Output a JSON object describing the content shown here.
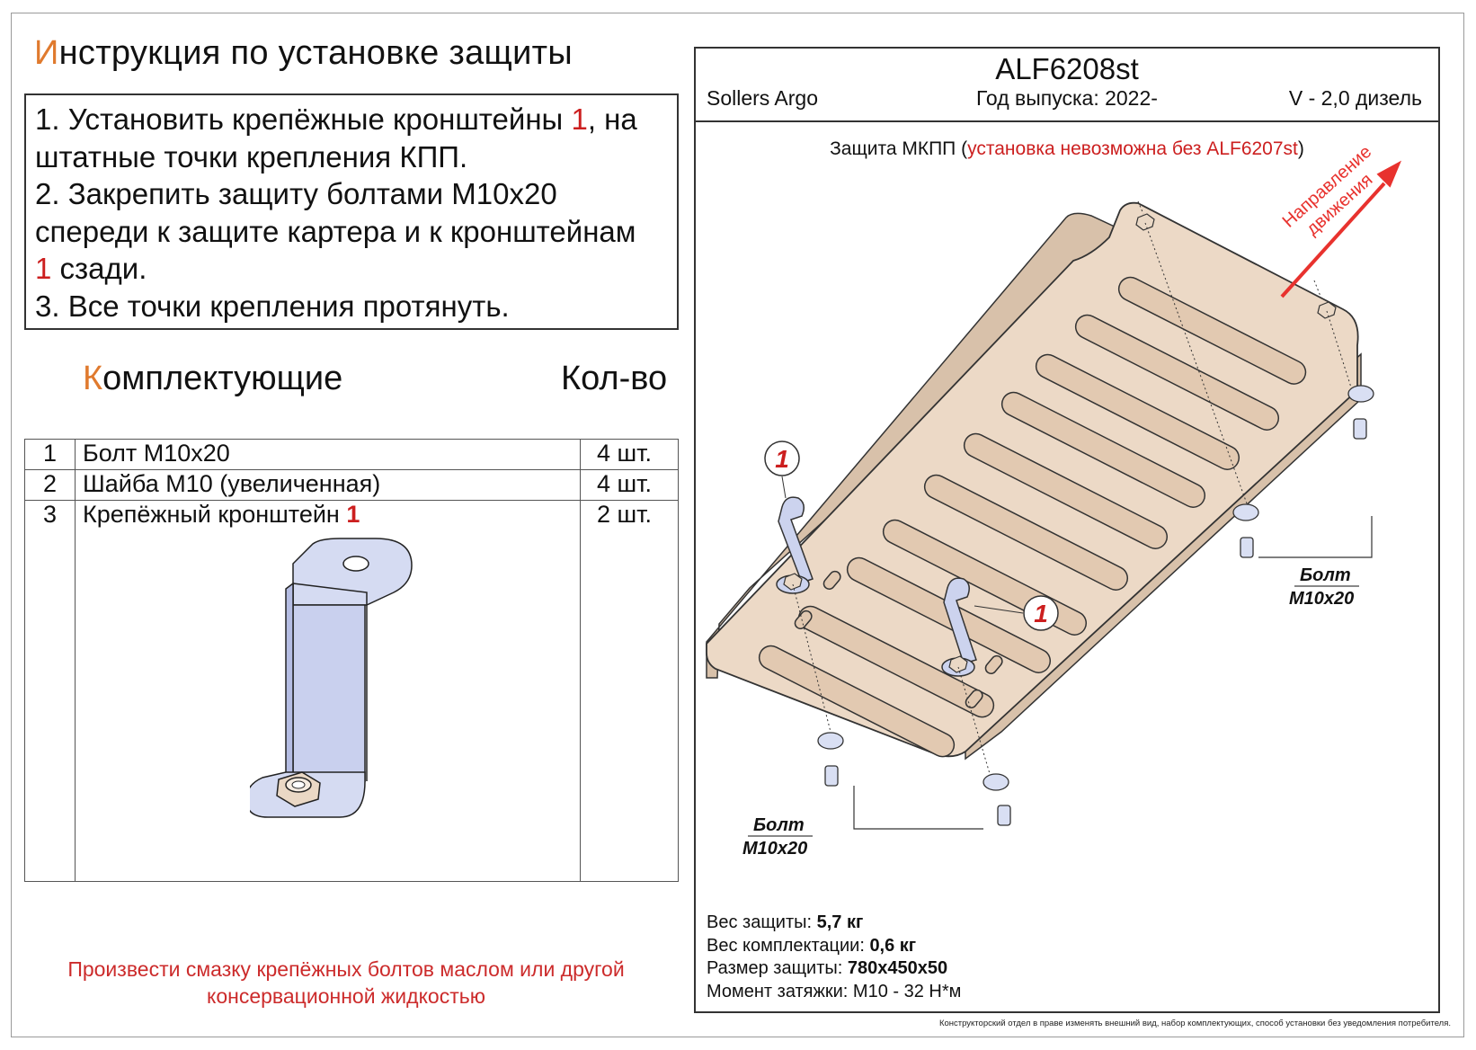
{
  "title": {
    "first_letter": "И",
    "rest": "нструкция по установке защиты"
  },
  "instructions": [
    {
      "text": "1. Установить крепёжные кронштейны ",
      "ref": "1",
      "after": ", на"
    },
    {
      "text": "штатные точки крепления КПП."
    },
    {
      "text": "2. Закрепить защиту болтами М10х20"
    },
    {
      "text": "спереди к защите картера и к кронштейнам"
    },
    {
      "ref": "1",
      "after": " сзади."
    },
    {
      "text": "3. Все точки крепления протянуть."
    }
  ],
  "parts_header": {
    "first_letter": "К",
    "rest": "омплектующие",
    "qty_label": "Кол-во"
  },
  "parts": [
    {
      "num": "1",
      "name": "Болт М10х20",
      "qty": "4 шт."
    },
    {
      "num": "2",
      "name": "Шайба М10 (увеличенная)",
      "qty": "4 шт."
    },
    {
      "num": "3",
      "name": "Крепёжный кронштейн ",
      "ref": "1",
      "qty": "2 шт."
    }
  ],
  "lube_note": {
    "line1": "Произвести смазку крепёжных болтов маслом или другой",
    "line2": "консервационной жидкостью"
  },
  "product": {
    "code": "ALF6208st",
    "car": "Sollers Argo",
    "year": "Год выпуска: 2022-",
    "engine": "V - 2,0 дизель",
    "name": "Защита МКПП (",
    "warning": "установка невозможна без ALF6207st",
    "name_close": ")"
  },
  "diagram": {
    "direction_line1": "Направление",
    "direction_line2": "движения",
    "bolt_label_line1": "Болт",
    "bolt_label_line2": "М10х20",
    "callout": "1"
  },
  "specs": [
    {
      "label": "Вес защиты: ",
      "value": "5,7 кг",
      "bold": true
    },
    {
      "label": "Вес комплектации: ",
      "value": "0,6 кг",
      "bold": true
    },
    {
      "label": "Размер защиты: ",
      "value": "780х450х50",
      "bold": true
    },
    {
      "label": "Момент затяжки: ",
      "value": "М10 - 32 Н*м",
      "bold": false
    }
  ],
  "disclaimer": "Конструкторский отдел в праве изменять внешний вид, набор комплектующих, способ установки без уведомления потребителя.",
  "colors": {
    "accent": "#e07a2e",
    "red": "#cc1f1f",
    "plate": "#ecd9c6",
    "bracket": "#ccd3ee"
  }
}
